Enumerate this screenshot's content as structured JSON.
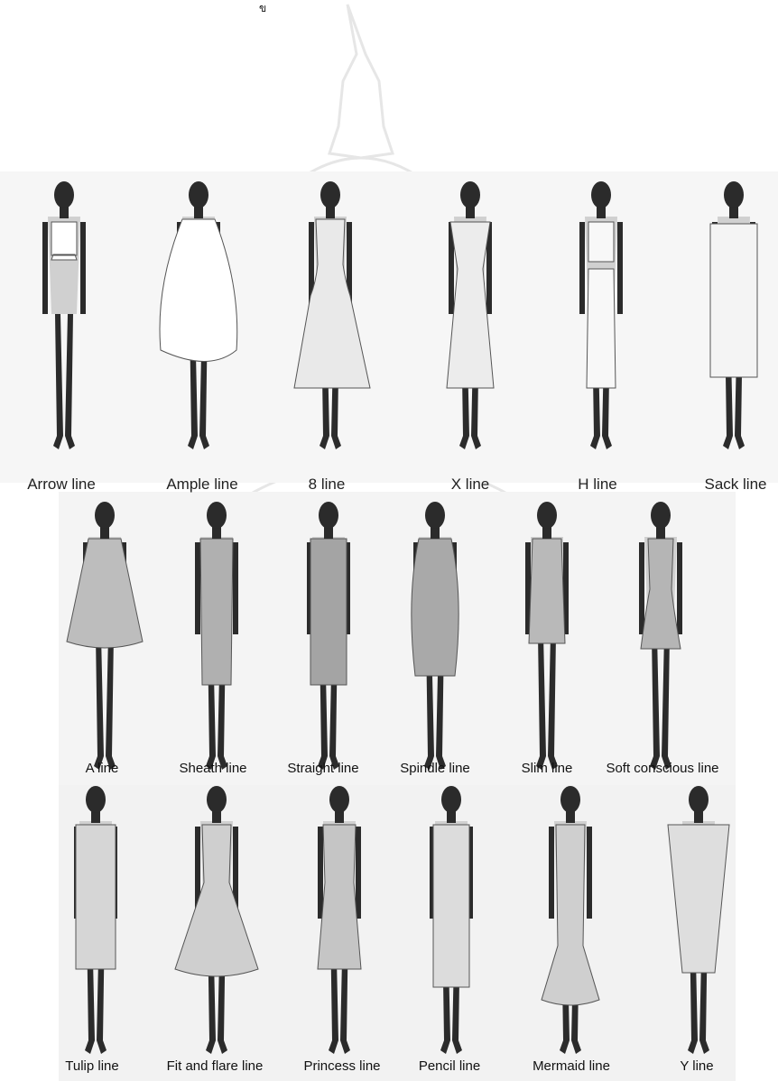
{
  "header": {
    "mark": "ข"
  },
  "rows": [
    {
      "labels": [
        "Arrow line",
        "Ample line",
        "8 line",
        "X line",
        "H line",
        "Sack line"
      ]
    },
    {
      "labels": [
        "A line",
        "Sheath line",
        "Straight line",
        "Spindle line",
        "Slim line",
        "Soft conscious line"
      ]
    },
    {
      "labels": [
        "Tulip line",
        "Fit and flare line",
        "Princess line",
        "Pencil line",
        "Mermaid line",
        "Y line"
      ]
    }
  ]
}
